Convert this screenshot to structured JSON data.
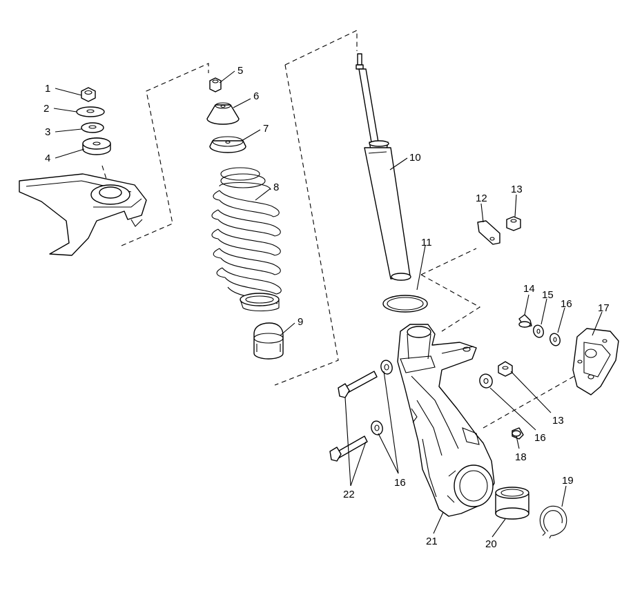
{
  "diagram": {
    "callouts": {
      "c1": "1",
      "c2": "2",
      "c3": "3",
      "c4": "4",
      "c5": "5",
      "c6": "6",
      "c7": "7",
      "c8": "8",
      "c9": "9",
      "c10": "10",
      "c11": "11",
      "c12": "12",
      "c13a": "13",
      "c13b": "13",
      "c14": "14",
      "c15": "15",
      "c16a": "16",
      "c16b": "16",
      "c16c": "16",
      "c17": "17",
      "c18": "18",
      "c19": "19",
      "c20": "20",
      "c21": "21",
      "c22": "22"
    }
  }
}
